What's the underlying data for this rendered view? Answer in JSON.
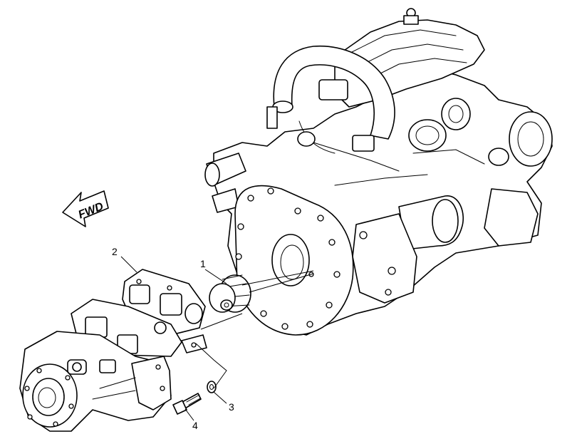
{
  "direction_arrow": {
    "label": "FWD"
  },
  "callouts": [
    {
      "id": "1",
      "label": "1"
    },
    {
      "id": "2",
      "label": "2"
    },
    {
      "id": "3",
      "label": "3"
    },
    {
      "id": "4",
      "label": "4"
    }
  ]
}
